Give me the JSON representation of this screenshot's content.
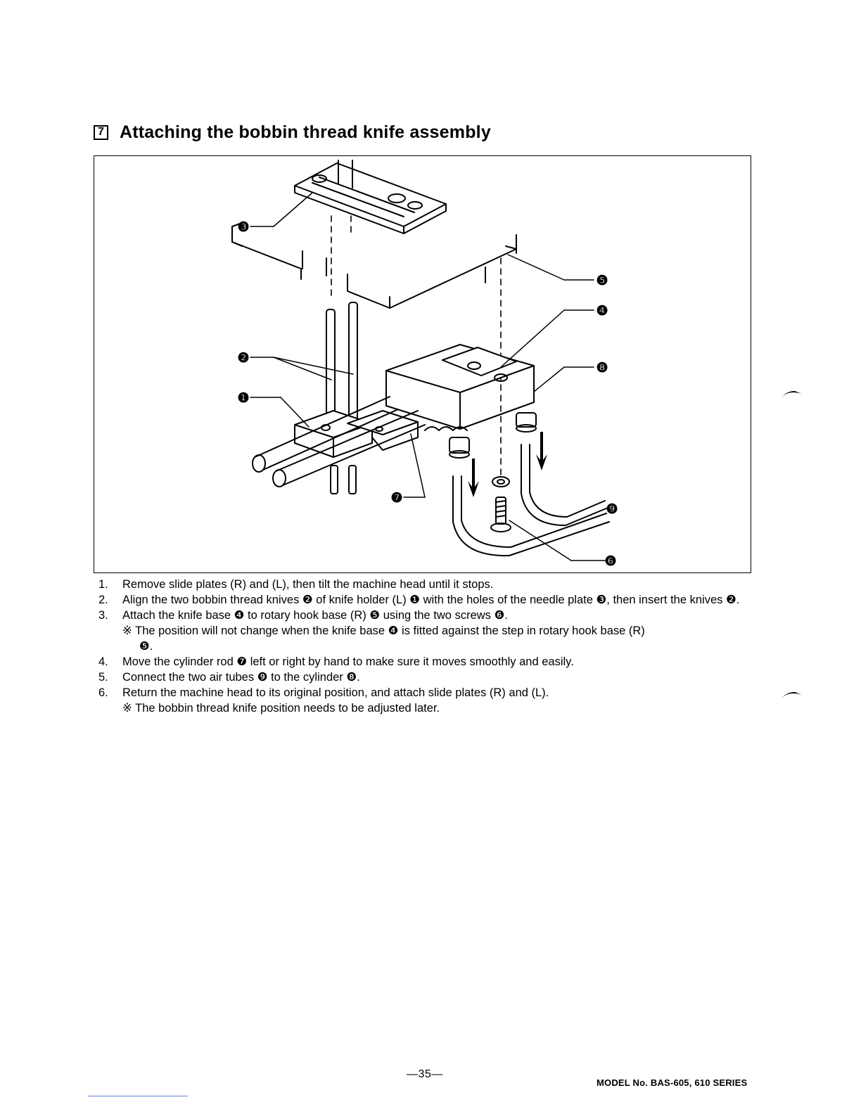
{
  "section": {
    "number": "7",
    "title": "Attaching the bobbin thread knife assembly"
  },
  "figure": {
    "callouts": [
      "❸",
      "❺",
      "❹",
      "❷",
      "❽",
      "❶",
      "❼",
      "❾",
      "❻"
    ]
  },
  "steps": [
    {
      "num": "1.",
      "text": "Remove slide plates (R) and (L), then tilt the machine head until it stops."
    },
    {
      "num": "2.",
      "text": "Align the two bobbin thread knives ❷ of knife holder (L) ❶ with the holes of the needle plate ❸, then insert the knives ❷."
    },
    {
      "num": "3.",
      "text": "Attach the knife base ❹ to rotary hook base (R) ❺ using the two screws ❻."
    },
    {
      "num": "4.",
      "text": "Move the cylinder rod ❼ left or right by hand to make sure it moves smoothly and easily."
    },
    {
      "num": "5.",
      "text": "Connect the two air tubes ❾ to the cylinder ❽."
    },
    {
      "num": "6.",
      "text": "Return the machine head to its original position, and attach slide plates (R) and (L)."
    }
  ],
  "notes": {
    "step3": "※ The position will not change when the knife base ❹ is fitted against the step in rotary hook base (R)",
    "step3_cont": "❺.",
    "step6": "※ The bobbin thread knife position needs to be adjusted later."
  },
  "footer": {
    "page_number": "—35—",
    "model": "MODEL No. BAS-605, 610 SERIES"
  }
}
